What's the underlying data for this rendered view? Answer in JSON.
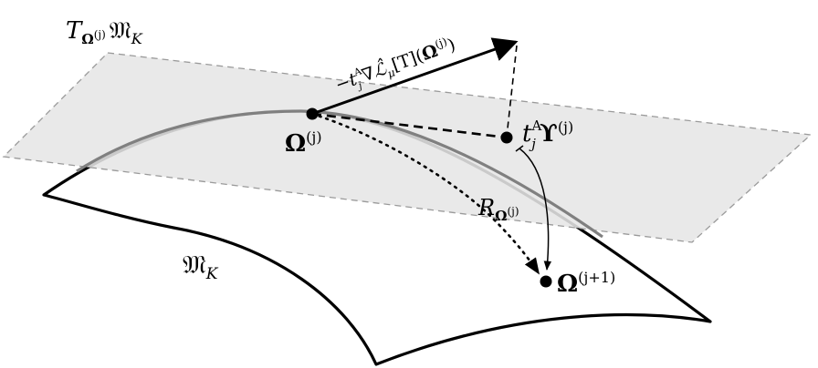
{
  "labels": {
    "tangent_space": {
      "main": "T",
      "sub_sym": "Ω",
      "sub_sup": "(j)",
      "fraktur": "𝔐",
      "fraktur_sub": "K"
    },
    "manifold": {
      "fraktur": "𝔐",
      "sub": "K"
    },
    "arrow_label": {
      "minus": "−",
      "t": "t",
      "t_sub": "j",
      "t_sup": "A",
      "rest": "∇",
      "L": "ℒ̂",
      "L_sub": "μ",
      "bracket": "[T](",
      "omega": "Ω",
      "omega_sup": "(j)",
      "close": ")"
    },
    "point_current": {
      "sym": "Ω",
      "sup": "(j)"
    },
    "point_step": {
      "t": "t",
      "t_sub": "j",
      "t_sup": "A",
      "sym": "ϒ",
      "sup": "(j)"
    },
    "retraction": {
      "R": "R",
      "sub_sym": "Ω",
      "sub_sup": "(j)"
    },
    "point_next": {
      "sym": "Ω",
      "sup": "(j+1)"
    }
  },
  "colors": {
    "plane_fill": "#e6e6e6",
    "plane_stroke": "#9a9a9a",
    "surface_stroke": "#000000",
    "geodesic_on_plane": "#808080",
    "ink": "#000000"
  }
}
